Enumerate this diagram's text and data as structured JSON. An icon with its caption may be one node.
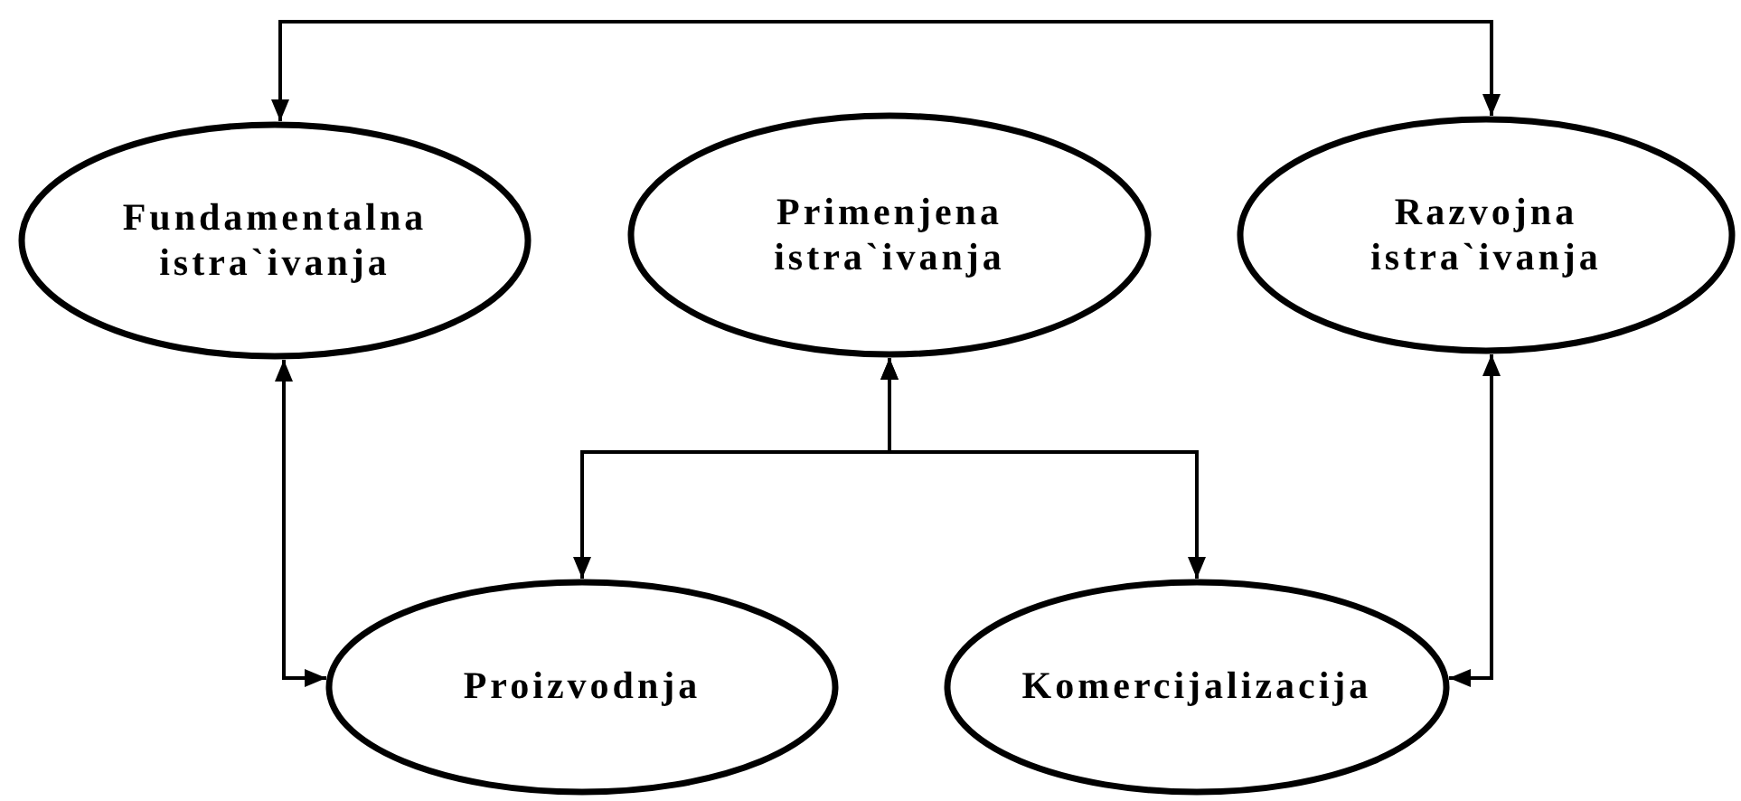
{
  "diagram": {
    "nodes": [
      {
        "text": [
          "Fundamentalna istra`ivanja"
        ]
      },
      {
        "text": [
          "Primenjena istra`ivanja"
        ]
      },
      {
        "text": [
          "Razvojna istra`ivanja"
        ]
      },
      {
        "text": [
          "Proizvodnja"
        ]
      },
      {
        "text": [
          "Komercijalizacija"
        ]
      }
    ],
    "edges": [
      {
        "from": 0,
        "to": 2,
        "arrow": "both"
      },
      {
        "from": 0,
        "to": 3,
        "arrow": "both"
      },
      {
        "from": 1,
        "to": 3,
        "arrow": "both"
      },
      {
        "from": 1,
        "to": 4,
        "arrow": "both"
      },
      {
        "from": 2,
        "to": 4,
        "arrow": "both"
      }
    ]
  }
}
